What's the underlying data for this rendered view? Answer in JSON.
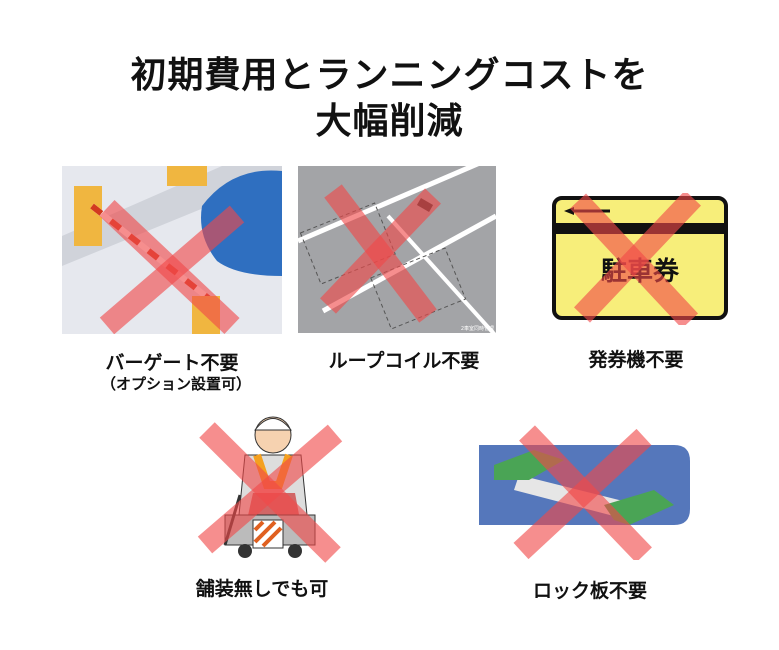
{
  "title": {
    "line1": "初期費用とランニングコストを",
    "line2": "大幅削減"
  },
  "items": [
    {
      "label": "バーゲート不要",
      "sublabel": "（オプション設置可）",
      "icon": "gate-bar-image"
    },
    {
      "label": "ループコイル不要",
      "icon": "loop-coil-image",
      "caption": "2車室同時管理"
    },
    {
      "label": "発券機不要",
      "icon": "parking-ticket-image",
      "ticket_text": "駐車券"
    },
    {
      "label": "舗装無しでも可",
      "icon": "road-worker-image"
    },
    {
      "label": "ロック板不要",
      "icon": "lock-plate-image"
    }
  ],
  "colors": {
    "cross": "#f04848",
    "ticket": "#f7ee7a",
    "lock_bg": "#5577bb",
    "lock_block": "#4aa455"
  }
}
